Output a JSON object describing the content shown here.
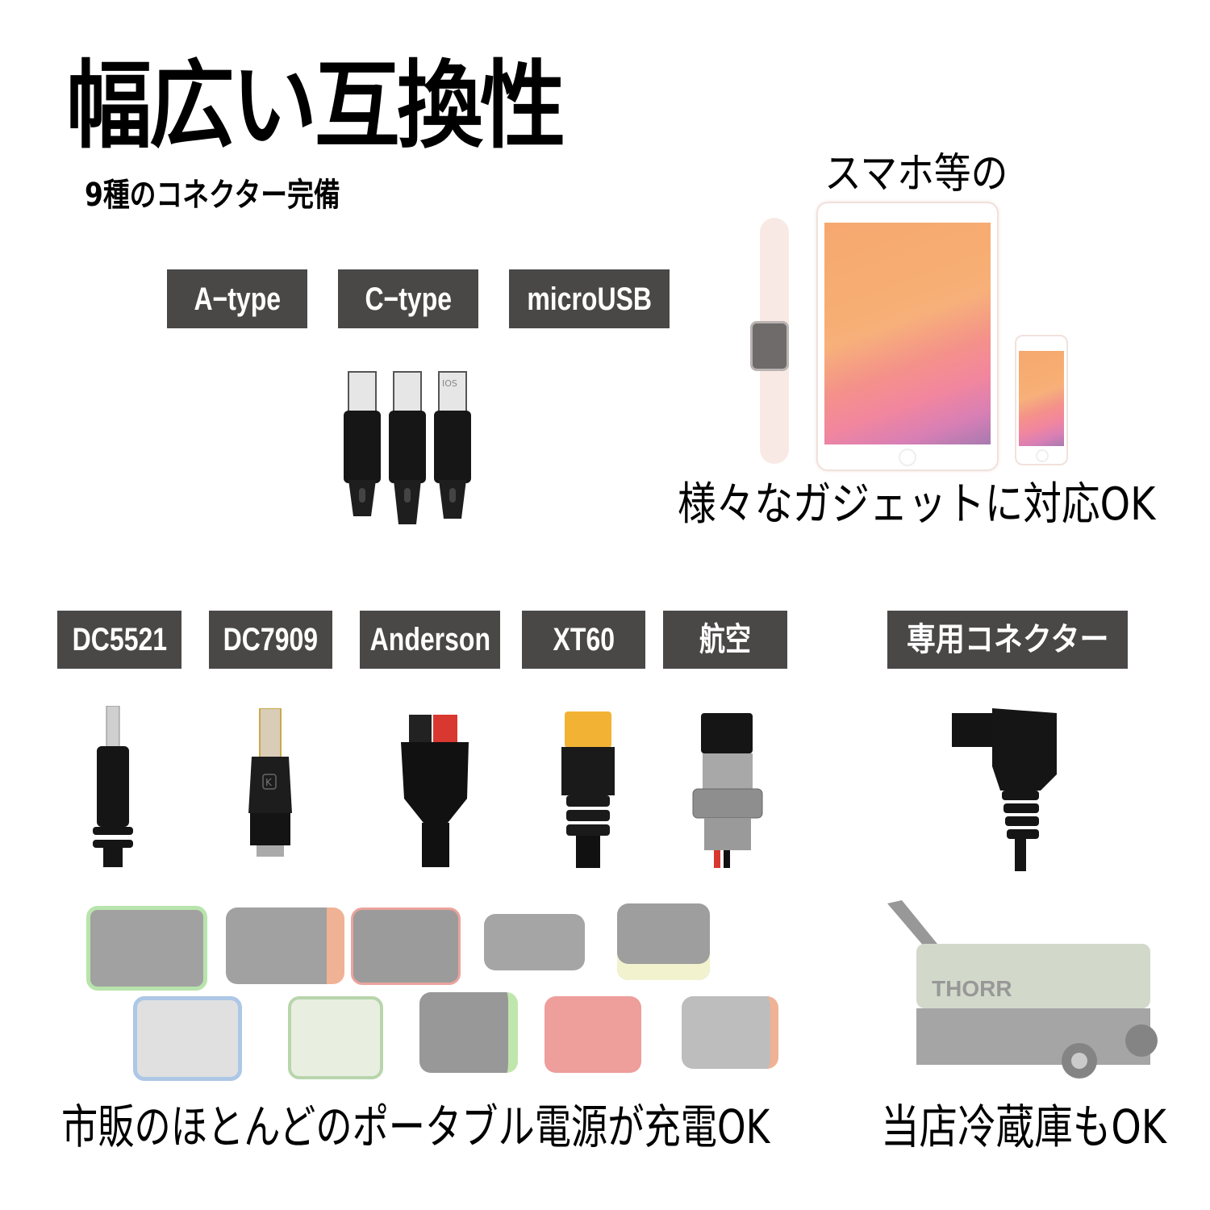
{
  "header": {
    "title": "幅広い互換性",
    "subtitle": "9種のコネクター完備"
  },
  "usb_section": {
    "tags": [
      {
        "label": "A−type"
      },
      {
        "label": "C−type"
      },
      {
        "label": "microUSB"
      }
    ],
    "cable_image": {
      "icon": "usb-cable-trio-icon",
      "engraving": "IOS"
    }
  },
  "gadget_section": {
    "caption_top": "スマホ等の",
    "caption_bottom": "様々なガジェットに対応OK",
    "devices": [
      "smartwatch",
      "tablet",
      "smartphone"
    ]
  },
  "dc_section": {
    "tags": [
      {
        "label": "DC5521"
      },
      {
        "label": "DC7909"
      },
      {
        "label": "Anderson"
      },
      {
        "label": "XT60"
      },
      {
        "label": "航空"
      }
    ],
    "connector_glyph_k": "K",
    "caption": "市販のほとんどのポータブル電源が充電OK",
    "power_station_count": 10
  },
  "fridge_section": {
    "tag": "専用コネクター",
    "brand": "THORR",
    "caption": "当店冷蔵庫もOK"
  },
  "colors": {
    "tag_bg": "#4a4847",
    "tag_text": "#ffffff",
    "text": "#000000",
    "background": "#ffffff",
    "xt60_yellow": "#f2b234",
    "anderson_red": "#d8382f"
  }
}
